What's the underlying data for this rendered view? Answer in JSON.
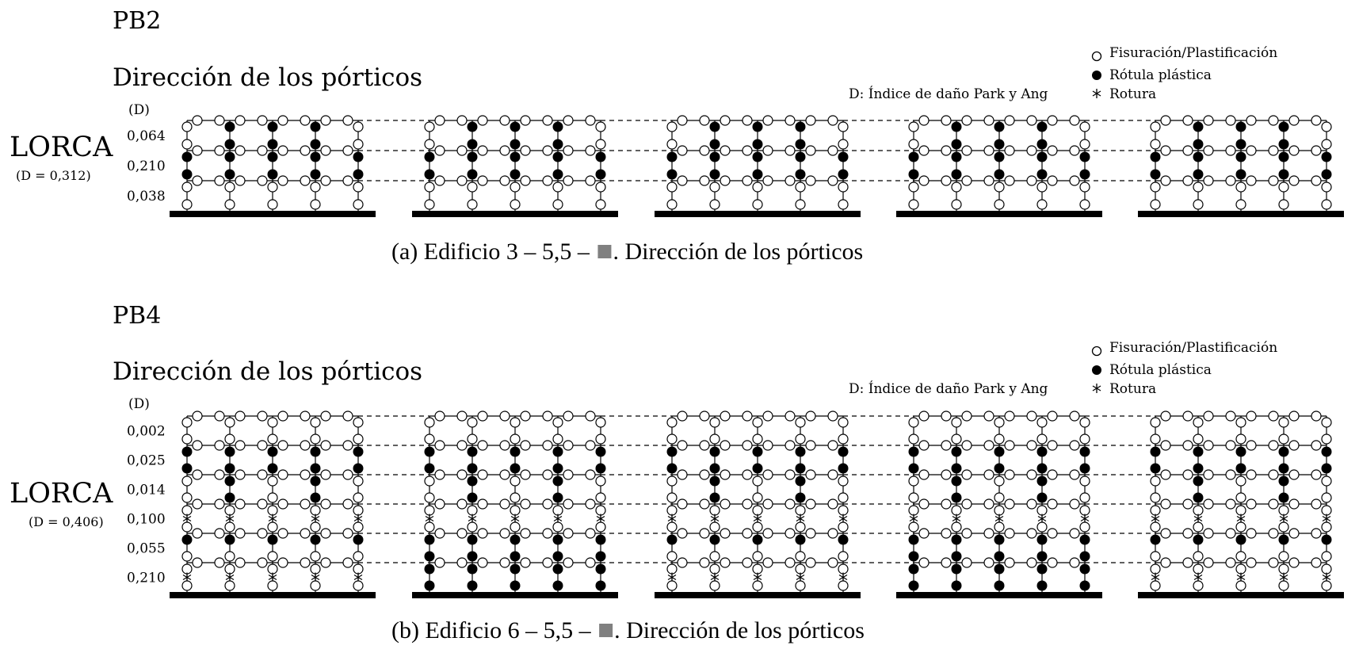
{
  "panels": [
    {
      "id": "a",
      "heading": "PB2",
      "subheading": "Dirección de los pórticos",
      "d_label": "(D)",
      "location": "LORCA",
      "location_d": "(D = 0,312)",
      "storey_values": [
        "0,064",
        "0,210",
        "0,038"
      ],
      "damage_index_note": "D: Índice de daño Park y Ang",
      "legend": {
        "cracking": "Fisuración/Plastificación",
        "hinge": "Rótula plástica",
        "failure": "Rotura"
      },
      "caption_pre": "(a) Edificio 3 – 5,5 – ",
      "caption_post": ". Dirección de los pórticos"
    },
    {
      "id": "b",
      "heading": "PB4",
      "subheading": "Dirección de los pórticos",
      "d_label": "(D)",
      "location": "LORCA",
      "location_d": "(D = 0,406)",
      "storey_values": [
        "0,002",
        "0,025",
        "0,014",
        "0,100",
        "0,055",
        "0,210"
      ],
      "damage_index_note": "D: Índice de daño Park y Ang",
      "legend": {
        "cracking": "Fisuración/Plastificación",
        "hinge": "Rótula plástica",
        "failure": "Rotura"
      },
      "caption_pre": "(b) Edificio 6 – 5,5 – ",
      "caption_post": ". Dirección de los pórticos"
    }
  ],
  "diagram": {
    "frames_per_panel": 5,
    "columns_per_frame": 5,
    "legend_symbols": {
      "cracking": "open-circle",
      "hinge": "filled-circle",
      "failure": "asterisk"
    },
    "caption_square_color": "#808080"
  }
}
